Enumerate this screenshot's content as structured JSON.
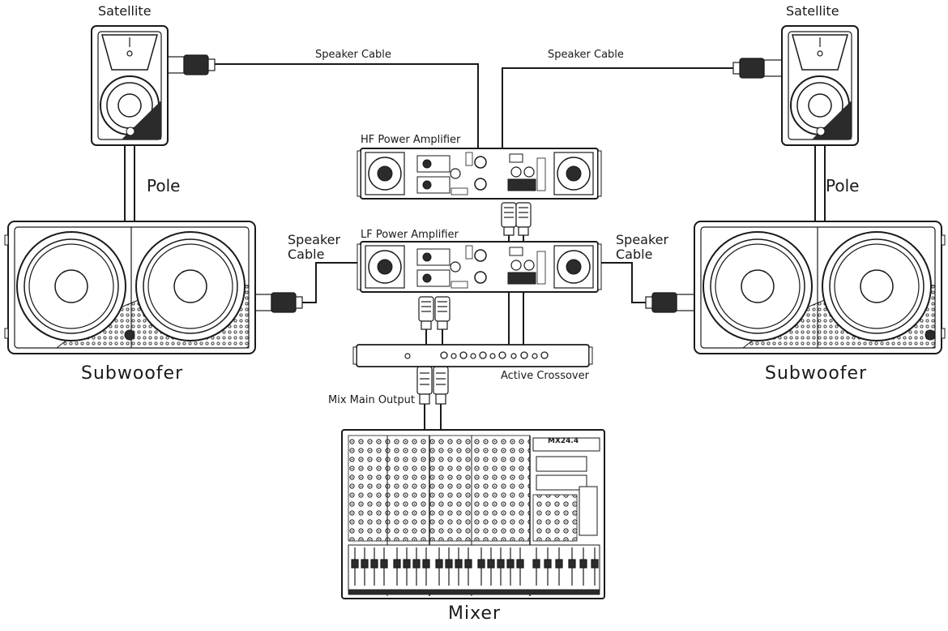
{
  "labels": {
    "satellite_left": "Satellite",
    "satellite_right": "Satellite",
    "pole_left": "Pole",
    "pole_right": "Pole",
    "subwoofer_left": "Subwoofer",
    "subwoofer_right": "Subwoofer",
    "speaker_cable_top_left": "Speaker Cable",
    "speaker_cable_top_right": "Speaker Cable",
    "speaker_cable_mid_left": "Speaker\nCable",
    "speaker_cable_mid_right": "Speaker\nCable",
    "hf_amp": "HF Power Amplifier",
    "lf_amp": "LF Power Amplifier",
    "active_crossover": "Active Crossover",
    "mix_main_output": "Mix Main Output",
    "mixer": "Mixer",
    "mixer_model": "MX24.4"
  },
  "colors": {
    "stroke": "#1a1a1a",
    "device_fill": "#ffffff",
    "dark_fill": "#2b2b2b",
    "grey_fill": "#8a8a8a"
  }
}
